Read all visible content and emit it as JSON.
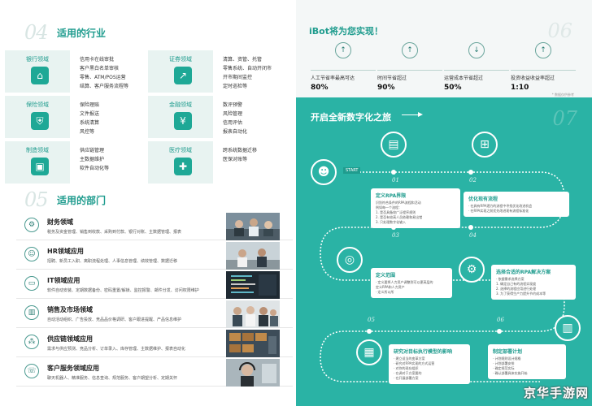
{
  "left": {
    "industry": {
      "num": "04",
      "title": "适用的行业",
      "items": [
        {
          "label": "银行领域",
          "icon": "bank-icon",
          "lines": [
            "信用卡在线审批",
            "客户黑白名单审核",
            "零售、ATM/POS运营",
            "结算、客户服务流程等"
          ]
        },
        {
          "label": "证券领域",
          "icon": "chart-icon",
          "lines": [
            "清算、资管、托管",
            "零售系统、自动开闭市",
            "开市期间监控",
            "定时巡检等"
          ]
        },
        {
          "label": "保险领域",
          "icon": "shield-icon",
          "lines": [
            "保险理赔",
            "文件报送",
            "系统清算",
            "风控等"
          ]
        },
        {
          "label": "金融领域",
          "icon": "finance-icon",
          "lines": [
            "数评预警",
            "风险管理",
            "信用评估",
            "报表自动化"
          ]
        },
        {
          "label": "制造领域",
          "icon": "box-icon",
          "lines": [
            "供应链管理",
            "主数据维护",
            "软件自动化等"
          ]
        },
        {
          "label": "医疗领域",
          "icon": "medical-icon",
          "lines": [
            "跨系统数据迁移",
            "医保对账等"
          ]
        }
      ]
    },
    "departments": {
      "num": "05",
      "title": "适用的部门",
      "items": [
        {
          "title": "财务领域",
          "icon": "finance-gear-icon",
          "desc": "税务及资金管理、销售到收款、采购到付款、银行对账、主数据管理、报表"
        },
        {
          "title": "HR领域应用",
          "icon": "person-icon",
          "desc": "招聘、新员工入职、离职流程处理、人事信息管理、绩效管理、数据迁移"
        },
        {
          "title": "IT领域应用",
          "icon": "monitor-icon",
          "desc": "软件自动安装、定期数据备份、密码重置/解锁、监控报警、邮件分发、访问权限维护"
        },
        {
          "title": "销售及市场领域",
          "icon": "chart-icon",
          "desc": "自动活动组织、广告投放、竞品品价格调研、客户跟进提醒、产品信息维护"
        },
        {
          "title": "供应链领域应用",
          "icon": "network-icon",
          "desc": "需求与供应预测、竞品分析、订单录入、库存管理、主数据维护、报表自动化"
        },
        {
          "title": "客户服务领域应用",
          "icon": "headset-icon",
          "desc": "聊天机器人、精准服务、信息查询、规范服务、客户期望分析、定期关怀"
        }
      ]
    }
  },
  "right": {
    "ibot": {
      "num": "06",
      "title": "iBot将为您实现！",
      "stats": [
        {
          "icon": "arrow-up-icon",
          "label": "人工节省率最高可达",
          "value": "80%"
        },
        {
          "icon": "arrow-up-icon",
          "label": "时间节省超过",
          "value": "90%"
        },
        {
          "icon": "arrow-down-icon",
          "label": "运营成本节省超过",
          "value": "50%"
        },
        {
          "icon": "arrow-up-icon",
          "label": "投资收益收益率超过",
          "value": "1:10"
        }
      ],
      "footnote": "* 数据仅供参考"
    },
    "journey": {
      "num": "07",
      "title": "开启全新数字化之旅",
      "start": "START",
      "steps": [
        {
          "num": "01",
          "title": "定义RPA界限",
          "lines": [
            "识别符合条件的RPA流程和活动",
            "例如每一个流程：",
            "1. 是否具备较广泛程序规则",
            "2. 是否有较高人员依赖和易出错",
            "3. 只处理数字化输入"
          ]
        },
        {
          "num": "02",
          "title": "优化现有流程",
          "lines": [
            "· 在具有RPA潜力的流程中寻找优化改进机会",
            "· 在RPA实现之前优先改进现有流程标准化"
          ]
        },
        {
          "num": "03",
          "title": "定义范围",
          "lines": [
            "· 定义要将人力资产调整到可以更高层的",
            "  定义RPA和人力资产",
            "· 定义所以所"
          ]
        },
        {
          "num": "04",
          "title": "选择合适的RPA解决方案",
          "lines": [
            "· 依据需求选择方案",
            "1. 确定自己有的流程实现度",
            "2. 选择的流程应用进行处理",
            "3. 为了获得生产力提升节约成本等"
          ]
        },
        {
          "num": "05",
          "title": "研究对目标执行模型的影响",
          "lines": [
            "· 建立适当的变革方案",
            "· 研究对RPA实现的方式运营",
            "· 对你的现存组织",
            "· 在调对于方案要的",
            "· 在开展部署方案"
          ]
        },
        {
          "num": "06",
          "title": "制定部署计划",
          "lines": [
            "· 计划规则设计规格",
            "· 计划部署安排",
            "· 确定规范实际",
            "· 确认部署具体实施开始"
          ]
        }
      ]
    }
  },
  "watermark": "京华手游网",
  "colors": {
    "teal": "#2ab3a5",
    "teal_dark": "#1f9c8e",
    "teal_light": "#e8f3f1"
  }
}
